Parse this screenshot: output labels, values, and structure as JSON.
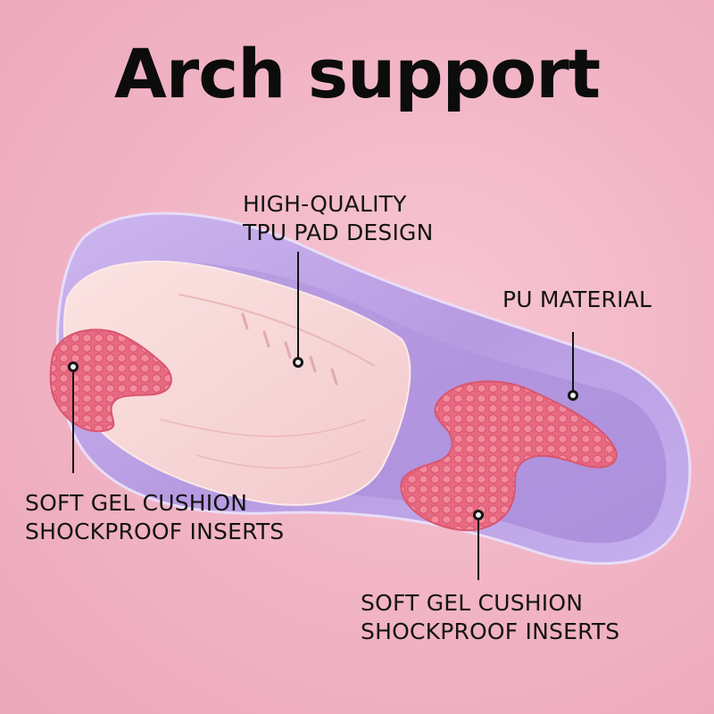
{
  "title": "Arch support",
  "callouts": {
    "tpu": {
      "line1": "HIGH-QUALITY",
      "line2": "TPU PAD DESIGN"
    },
    "pu": {
      "line1": "PU MATERIAL"
    },
    "gel_left": {
      "line1": "SOFT GEL CUSHION",
      "line2": "SHOCKPROOF INSERTS"
    },
    "gel_right": {
      "line1": "SOFT GEL CUSHION",
      "line2": "SHOCKPROOF INSERTS"
    }
  },
  "colors": {
    "background": "#f1b3c4",
    "insole_purple": "#b89ae0",
    "arch_pad_pink": "#f8d6d7",
    "gel_insert": "#ea6f85"
  }
}
